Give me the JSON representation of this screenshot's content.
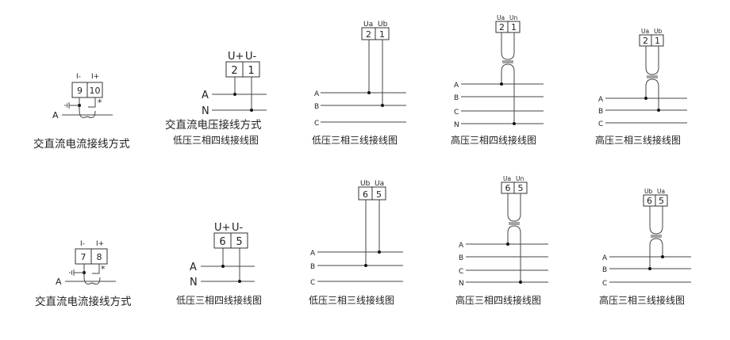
{
  "diagrams": {
    "ac_dc_current_1": {
      "caption": "交直流电流接线方式",
      "pin_labels": [
        "I-",
        "I+"
      ],
      "pins": [
        "9",
        "10"
      ],
      "line": "A",
      "star": "*"
    },
    "voltage_1": {
      "caption": "交直流电压接线方式",
      "pin_labels": [
        "U+",
        "U-"
      ],
      "pins": [
        "2",
        "1"
      ],
      "lines": [
        "A",
        "N"
      ]
    },
    "low_4wire_1": {
      "caption": "低压三相四线接线图"
    },
    "low_3wire_1": {
      "caption": "低压三相三线接线图",
      "pin_labels": [
        "Ua",
        "Ub"
      ],
      "pins": [
        "2",
        "1"
      ],
      "lines": [
        "A",
        "B",
        "C"
      ]
    },
    "high_4wire_1": {
      "caption": "高压三相四线接线图",
      "pin_labels": [
        "Ua",
        "Un"
      ],
      "pins": [
        "2",
        "1"
      ],
      "lines": [
        "A",
        "B",
        "C",
        "N"
      ]
    },
    "high_3wire_1": {
      "caption": "高压三相三线接线图",
      "pin_labels": [
        "Ua",
        "Ub"
      ],
      "pins": [
        "2",
        "1"
      ],
      "lines": [
        "A",
        "B",
        "C"
      ]
    },
    "ac_dc_current_2": {
      "caption": "交直流电流接线方式",
      "pin_labels": [
        "I-",
        "I+"
      ],
      "pins": [
        "7",
        "8"
      ],
      "line": "A",
      "star": "*"
    },
    "voltage_2": {
      "caption": "低压三相四线接线图",
      "pin_labels": [
        "U+",
        "U-"
      ],
      "pins": [
        "6",
        "5"
      ],
      "lines": [
        "A",
        "N"
      ]
    },
    "low_3wire_2": {
      "caption": "低压三相三线接线图",
      "pin_labels": [
        "Ub",
        "Ua"
      ],
      "pins": [
        "6",
        "5"
      ],
      "lines": [
        "A",
        "B",
        "C"
      ]
    },
    "high_4wire_2": {
      "caption": "高压三相四线接线图",
      "pin_labels": [
        "Ua",
        "Un"
      ],
      "pins": [
        "6",
        "5"
      ],
      "lines": [
        "A",
        "B",
        "C",
        "N"
      ]
    },
    "high_3wire_2": {
      "caption": "高压三相三线接线图",
      "pin_labels": [
        "Ub",
        "Ua"
      ],
      "pins": [
        "6",
        "5"
      ],
      "lines": [
        "A",
        "B",
        "C"
      ]
    }
  }
}
